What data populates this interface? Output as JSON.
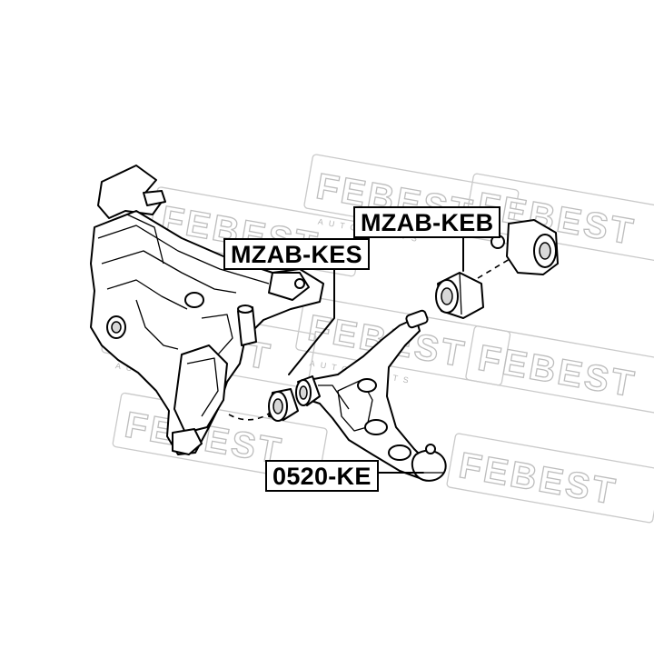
{
  "watermark": {
    "brand": "FEBEST",
    "tagline": "AUTO PARTS"
  },
  "labels": {
    "bushing_rear": "MZAB-KEB",
    "bushing_front": "MZAB-KES",
    "ball_joint": "0520-KE"
  }
}
